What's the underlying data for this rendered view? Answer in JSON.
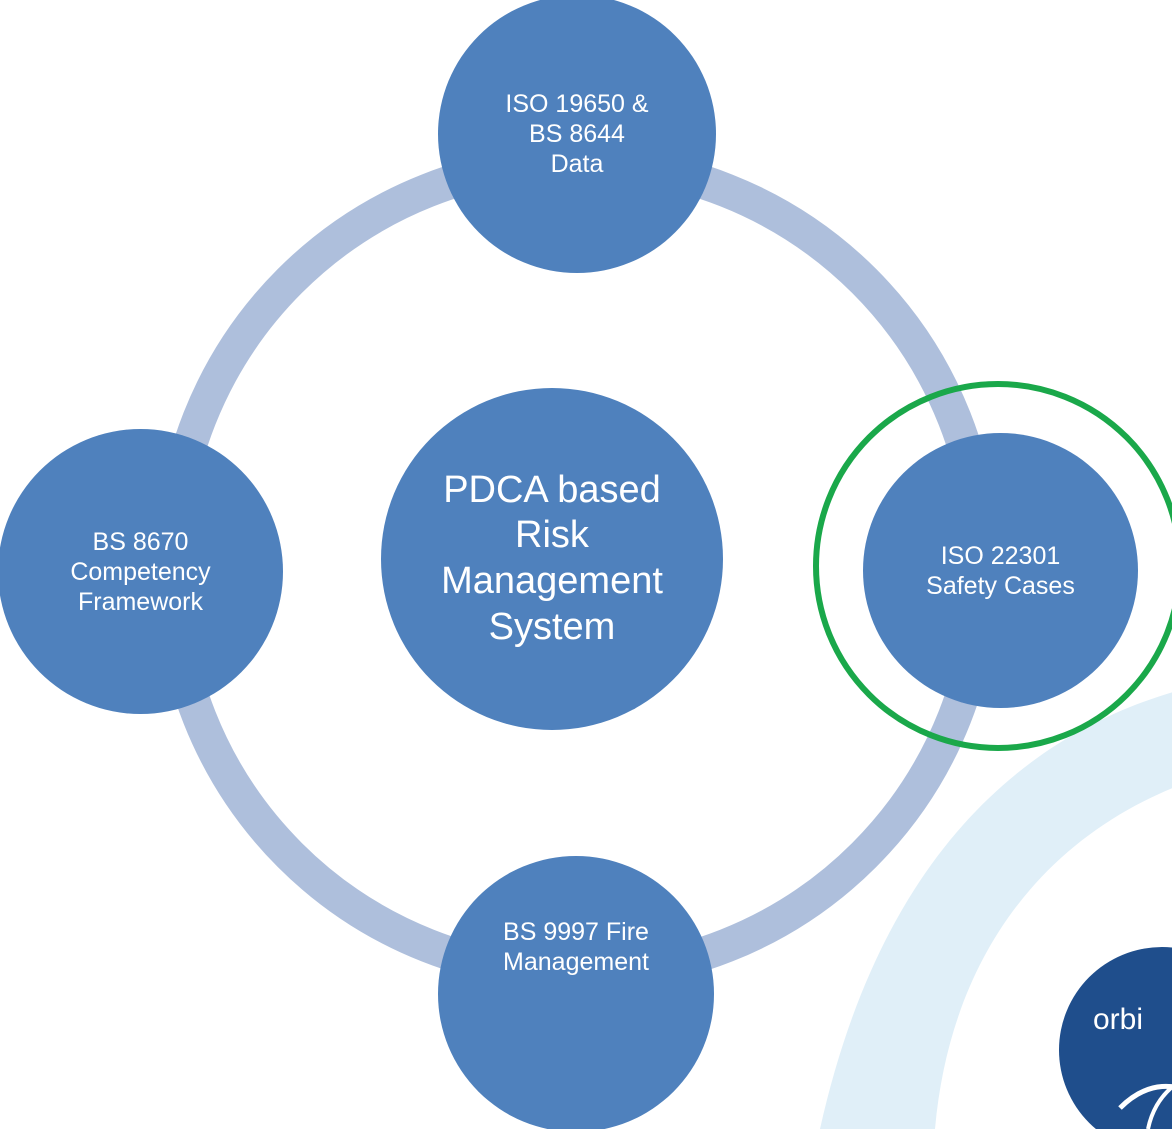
{
  "diagram": {
    "center_node": "PDCA based\nRisk\nManagement\nSystem",
    "nodes": {
      "top": "ISO  19650 &\nBS 8644\nData",
      "right": "ISO 22301\nSafety Cases",
      "bottom": "BS 9997 Fire\nManagement",
      "left": "BS 8670\nCompetency\nFramework"
    },
    "highlighted_node": "right"
  },
  "logo": {
    "text": "orbi"
  },
  "colors": {
    "node_fill": "#4f81bd",
    "node_text": "#ffffff",
    "ring": "#aebfdc",
    "highlight": "#1aa84a",
    "background_arc": "#e0eff8",
    "logo_blue": "#1f4e8c"
  },
  "icons": {
    "logo": "orbit-logo-icon"
  }
}
